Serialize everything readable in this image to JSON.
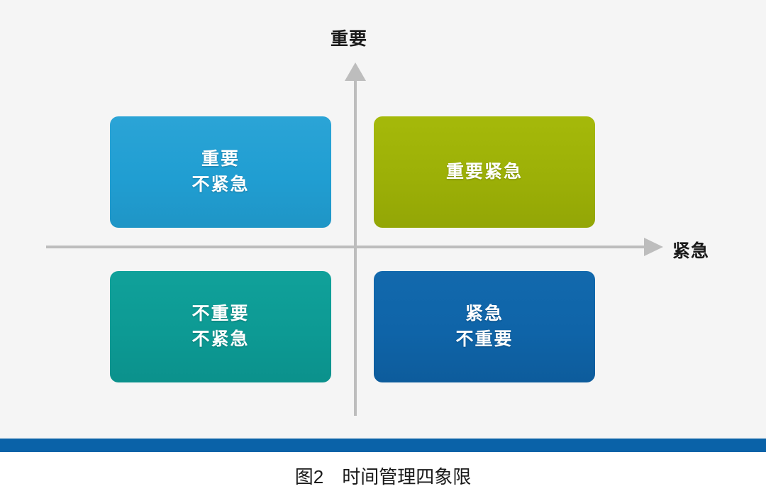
{
  "figure": {
    "background_color": "#f5f5f5",
    "caption": "图2　时间管理四象限",
    "divider_bar_color": "#0a62a8"
  },
  "axes": {
    "vertical": {
      "label": "重要",
      "arrow_icon": "arrow-up-icon",
      "color": "#bdbdbd"
    },
    "horizontal": {
      "label": "紧急",
      "arrow_icon": "arrow-right-icon",
      "color": "#bdbdbd"
    }
  },
  "quadrants": [
    {
      "id": "important-not-urgent",
      "position": "top-left",
      "lines": [
        "重要",
        "不紧急"
      ],
      "color": "#209ed2",
      "shadow_color": "#1b7ea6",
      "text_color": "#ffffff"
    },
    {
      "id": "important-urgent",
      "position": "top-right",
      "lines": [
        "重要紧急"
      ],
      "color": "#9cb007",
      "shadow_color": "#7e8f05",
      "text_color": "#ffffff"
    },
    {
      "id": "not-important-not-urgent",
      "position": "bottom-left",
      "lines": [
        "不重要",
        "不紧急"
      ],
      "color": "#0d9a94",
      "shadow_color": "#0a7b77",
      "text_color": "#ffffff"
    },
    {
      "id": "urgent-not-important",
      "position": "bottom-right",
      "lines": [
        "紧急",
        "不重要"
      ],
      "color": "#0f64a8",
      "shadow_color": "#0a4d83",
      "text_color": "#ffffff"
    }
  ]
}
